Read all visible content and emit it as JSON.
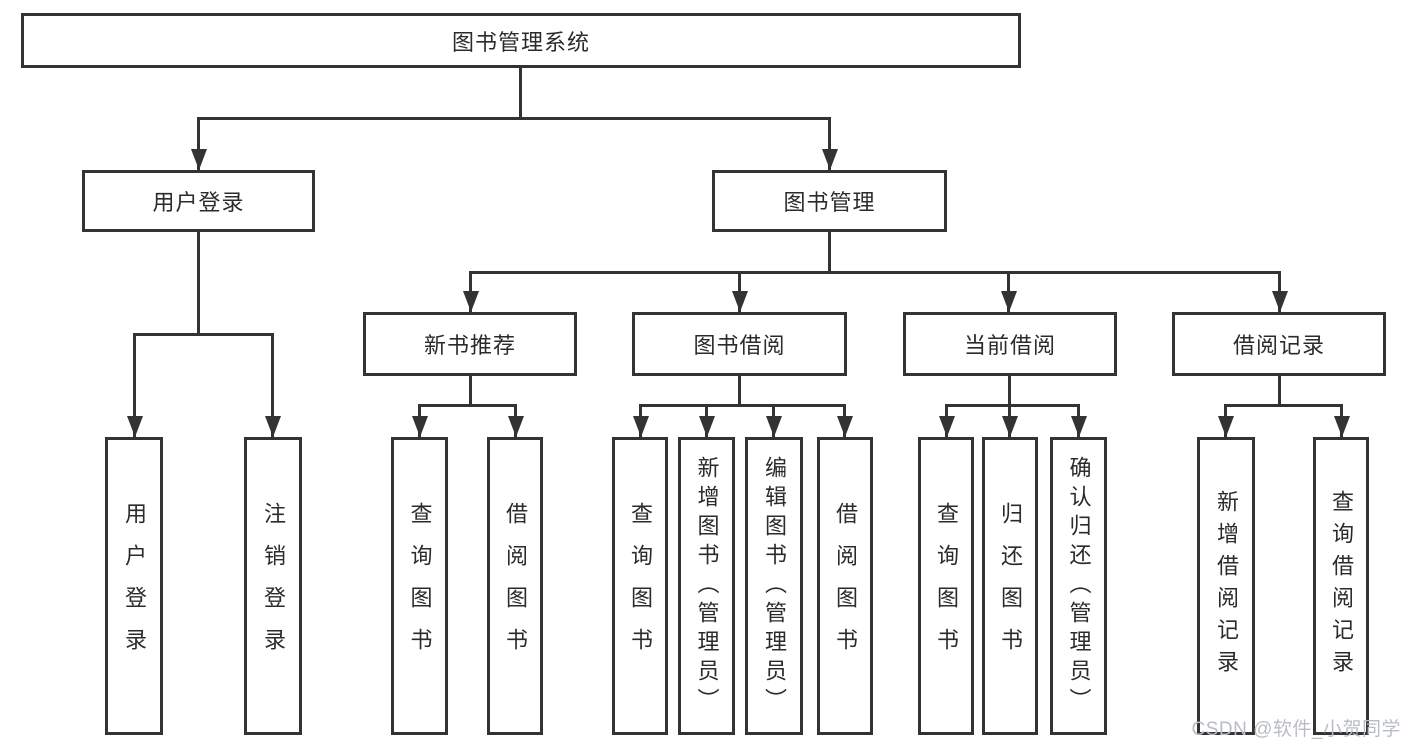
{
  "tree": {
    "root": {
      "label": "图书管理系统"
    },
    "user_login": {
      "label": "用户登录",
      "children": [
        "用户登录",
        "注销登录"
      ]
    },
    "book_mgmt": {
      "label": "图书管理",
      "sections": [
        {
          "label": "新书推荐",
          "children": [
            "查询图书",
            "借阅图书"
          ]
        },
        {
          "label": "图书借阅",
          "children": [
            "查询图书",
            "新增图书（管理员）",
            "编辑图书（管理员）",
            "借阅图书"
          ]
        },
        {
          "label": "当前借阅",
          "children": [
            "查询图书",
            "归还图书",
            "确认归还（管理员）"
          ]
        },
        {
          "label": "借阅记录",
          "children": [
            "新增借阅记录",
            "查询借阅记录"
          ]
        }
      ]
    }
  },
  "watermark": "CSDN @软件_小贺同学",
  "colors": {
    "line": "#333333",
    "text": "#2b2b2b",
    "background": "#ffffff",
    "watermark": "#b9bdc3"
  }
}
